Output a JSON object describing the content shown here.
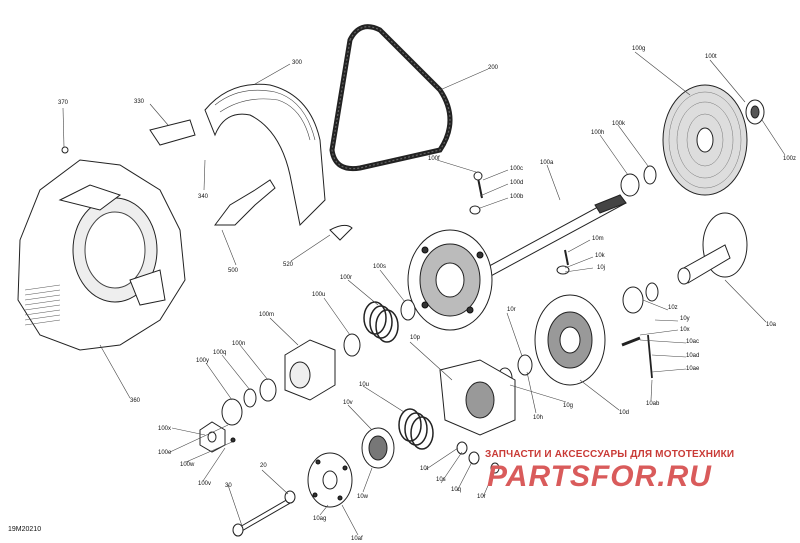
{
  "diagram": {
    "document_id": "19M20210",
    "watermark": {
      "caption": "ЗАПЧАСТИ И АКСЕССУАРЫ ДЛЯ МОТОТЕХНИКИ",
      "logo": "PARTSFOR.RU"
    },
    "callouts": [
      {
        "id": "370",
        "label": "370"
      },
      {
        "id": "330",
        "label": "330"
      },
      {
        "id": "300",
        "label": "300"
      },
      {
        "id": "200",
        "label": "200"
      },
      {
        "id": "100g",
        "label": "100g"
      },
      {
        "id": "100t",
        "label": "100t"
      },
      {
        "id": "100z",
        "label": "100z"
      },
      {
        "id": "100h",
        "label": "100h"
      },
      {
        "id": "100k",
        "label": "100k"
      },
      {
        "id": "100f",
        "label": "100f"
      },
      {
        "id": "100c",
        "label": "100c"
      },
      {
        "id": "100d",
        "label": "100d"
      },
      {
        "id": "100b",
        "label": "100b"
      },
      {
        "id": "100a",
        "label": "100a"
      },
      {
        "id": "340",
        "label": "340"
      },
      {
        "id": "500",
        "label": "500"
      },
      {
        "id": "520",
        "label": "520"
      },
      {
        "id": "10m",
        "label": "10m"
      },
      {
        "id": "10k",
        "label": "10k"
      },
      {
        "id": "10j",
        "label": "10j"
      },
      {
        "id": "10a",
        "label": "10a"
      },
      {
        "id": "100s",
        "label": "100s"
      },
      {
        "id": "100r",
        "label": "100r"
      },
      {
        "id": "100u",
        "label": "100u"
      },
      {
        "id": "100m",
        "label": "100m"
      },
      {
        "id": "100n",
        "label": "100n"
      },
      {
        "id": "100q",
        "label": "100q"
      },
      {
        "id": "100y",
        "label": "100y"
      },
      {
        "id": "10p",
        "label": "10p"
      },
      {
        "id": "10r",
        "label": "10r"
      },
      {
        "id": "10z",
        "label": "10z"
      },
      {
        "id": "10y",
        "label": "10y"
      },
      {
        "id": "10x",
        "label": "10x"
      },
      {
        "id": "10ac",
        "label": "10ac"
      },
      {
        "id": "10ad",
        "label": "10ad"
      },
      {
        "id": "10ae",
        "label": "10ae"
      },
      {
        "id": "10ab",
        "label": "10ab"
      },
      {
        "id": "10d",
        "label": "10d"
      },
      {
        "id": "10g",
        "label": "10g"
      },
      {
        "id": "10h",
        "label": "10h"
      },
      {
        "id": "360",
        "label": "360"
      },
      {
        "id": "100x",
        "label": "100x"
      },
      {
        "id": "100e",
        "label": "100e"
      },
      {
        "id": "100w",
        "label": "100w"
      },
      {
        "id": "100v",
        "label": "100v"
      },
      {
        "id": "20",
        "label": "20"
      },
      {
        "id": "30",
        "label": "30"
      },
      {
        "id": "10u",
        "label": "10u"
      },
      {
        "id": "10v",
        "label": "10v"
      },
      {
        "id": "10w",
        "label": "10w"
      },
      {
        "id": "10ag",
        "label": "10ag"
      },
      {
        "id": "10af",
        "label": "10af"
      },
      {
        "id": "10t",
        "label": "10t"
      },
      {
        "id": "10s",
        "label": "10s"
      },
      {
        "id": "10q",
        "label": "10q"
      },
      {
        "id": "10r2",
        "label": "10r"
      }
    ]
  }
}
